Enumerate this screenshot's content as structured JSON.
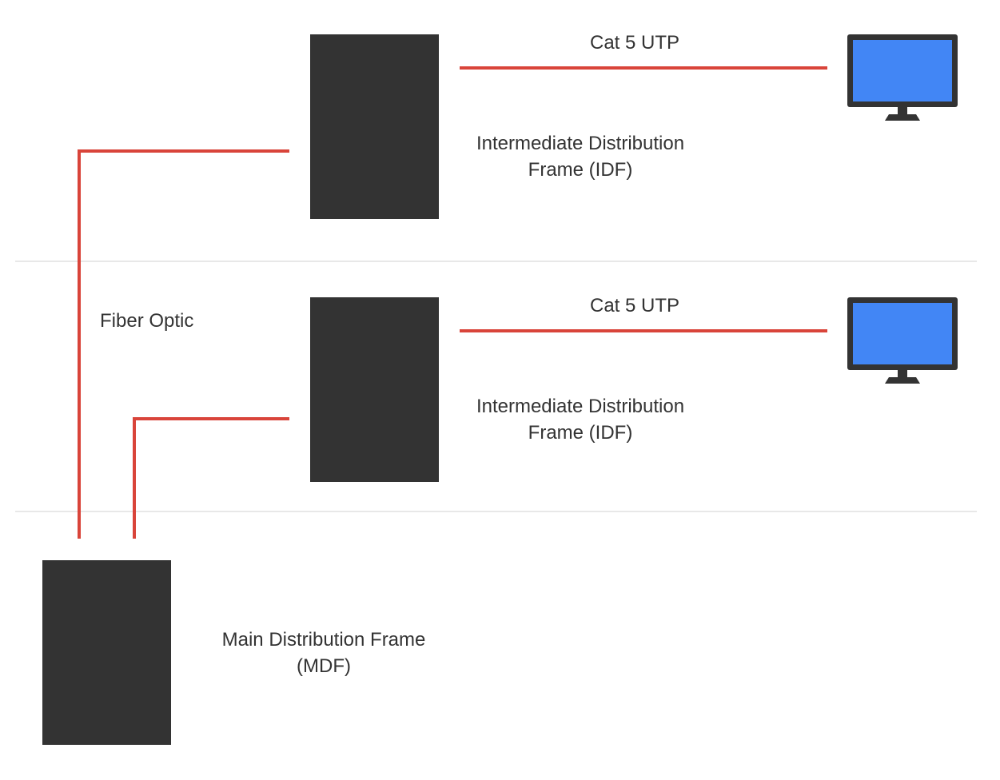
{
  "colors": {
    "cable": "#d9443a",
    "frame": "#333333",
    "monitor_body": "#333333",
    "monitor_screen": "#4286f5",
    "floor_divider": "#e8e8e8",
    "text": "#333333"
  },
  "floors": [
    {
      "idf_label_line1": "Intermediate Distribution",
      "idf_label_line2": "Frame (IDF)",
      "cable_label": "Cat 5 UTP",
      "endpoint_icon": "monitor-icon"
    },
    {
      "idf_label_line1": "Intermediate Distribution",
      "idf_label_line2": "Frame (IDF)",
      "cable_label": "Cat 5 UTP",
      "endpoint_icon": "monitor-icon"
    }
  ],
  "backbone": {
    "label": "Fiber Optic"
  },
  "mdf": {
    "label_line1": "Main Distribution Frame",
    "label_line2": "(MDF)"
  }
}
